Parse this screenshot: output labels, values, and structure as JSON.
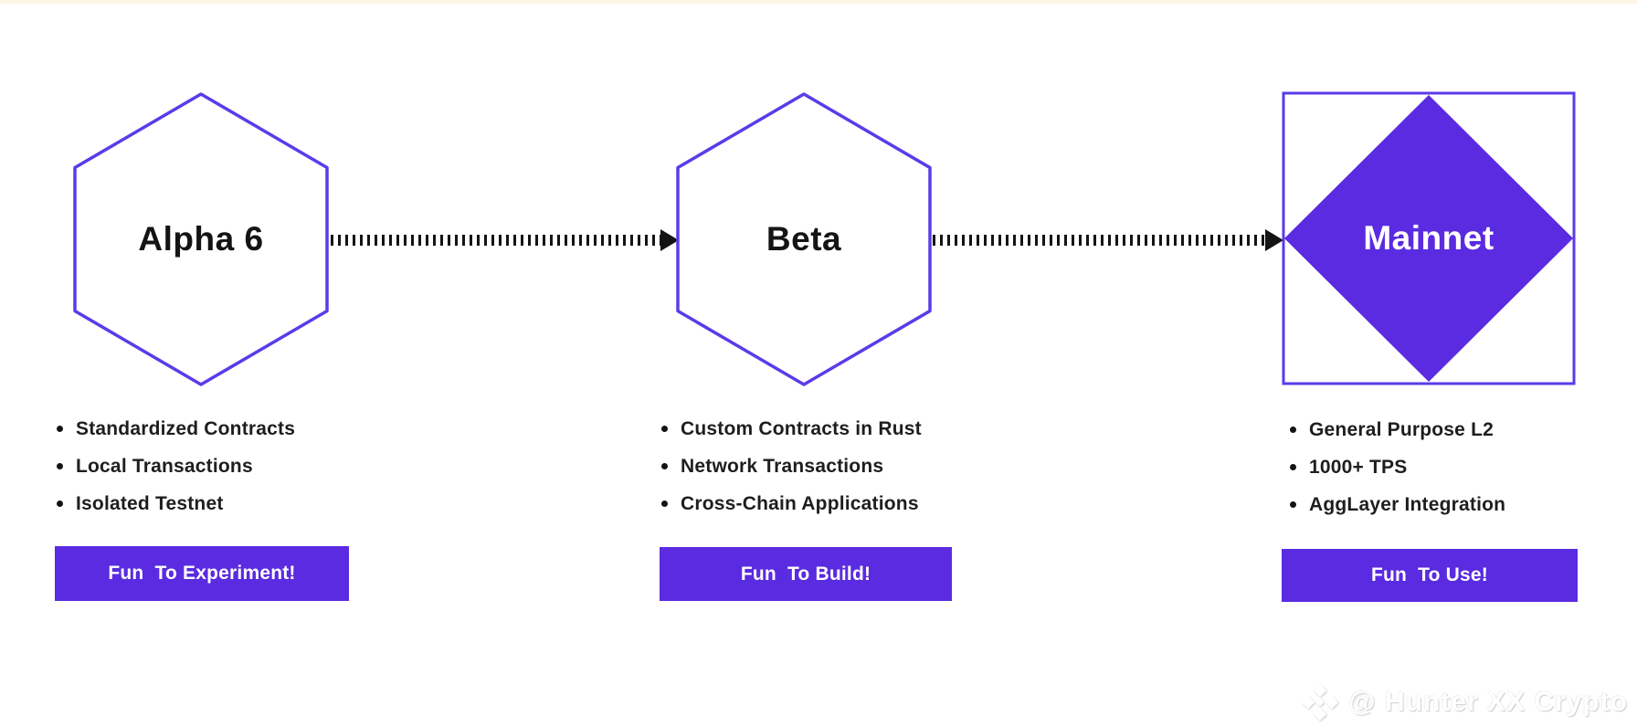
{
  "colors": {
    "shape_stroke": "#5b3be8",
    "shape_fill": "#5a2be0",
    "arrow_color": "#141414",
    "text_dark": "#1e1e1e",
    "button_bg": "#5a2be0",
    "button_text": "#ffffff"
  },
  "stages": [
    {
      "name": "Alpha 6",
      "shape": "hexagon-outline",
      "features": [
        "Standardized Contracts",
        "Local Transactions",
        "Isolated Testnet"
      ],
      "button_label": "Fun  To Experiment!"
    },
    {
      "name": "Beta",
      "shape": "hexagon-outline",
      "features": [
        "Custom Contracts in Rust",
        "Network Transactions",
        "Cross-Chain Applications"
      ],
      "button_label": "Fun  To Build!"
    },
    {
      "name": "Mainnet",
      "shape": "diamond-in-square",
      "features": [
        "General Purpose L2",
        "1000+ TPS",
        "AggLayer Integration"
      ],
      "button_label": "Fun  To Use!"
    }
  ],
  "connectors": [
    {
      "from": "Alpha 6",
      "to": "Beta",
      "style": "dotted-arrow"
    },
    {
      "from": "Beta",
      "to": "Mainnet",
      "style": "dotted-arrow"
    }
  ],
  "watermark": {
    "handle": "@ Hunter XX Crypto",
    "icon": "faceted-diamond-icon"
  }
}
